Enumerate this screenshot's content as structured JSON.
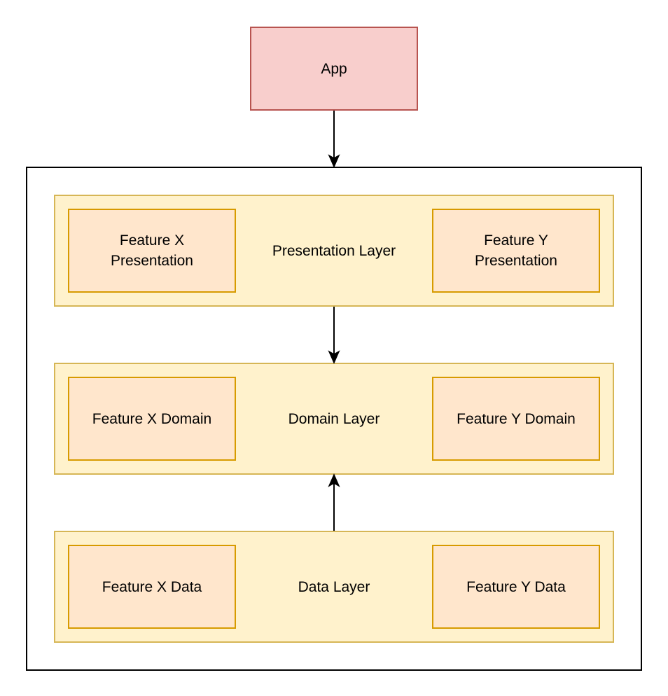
{
  "app": {
    "label": "App"
  },
  "layers": {
    "presentation": {
      "label": "Presentation Layer",
      "feature_x": "Feature X Presentation",
      "feature_y": "Feature Y Presentation"
    },
    "domain": {
      "label": "Domain Layer",
      "feature_x": "Feature X Domain",
      "feature_y": "Feature Y Domain"
    },
    "data": {
      "label": "Data Layer",
      "feature_x": "Feature X Data",
      "feature_y": "Feature Y Data"
    }
  },
  "colors": {
    "app_fill": "#f8cecc",
    "app_stroke": "#b85450",
    "layer_fill": "#fff2cc",
    "layer_stroke": "#d6b656",
    "feature_fill": "#ffe6cc",
    "feature_stroke": "#d79b00"
  }
}
